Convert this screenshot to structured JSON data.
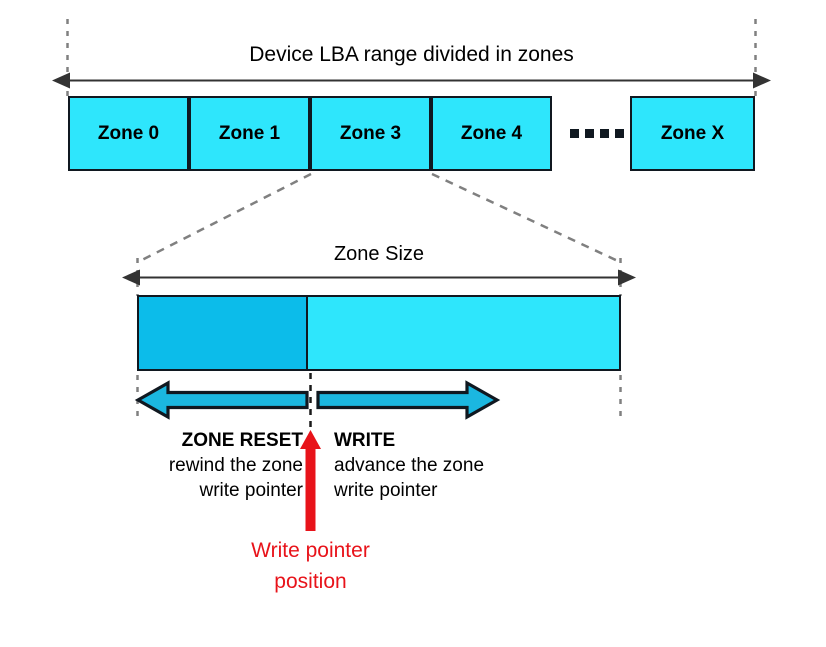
{
  "diagram": {
    "title": "Device LBA range divided in zones",
    "colors": {
      "zone_fill": "#2EE6FC",
      "written_fill": "#0CBCEA",
      "outline": "#101820",
      "arrow_blue": "#1BB7E0",
      "pointer_red": "#E8131A",
      "guide_gray": "#808080",
      "background": "#FFFFFF"
    },
    "lba_row": {
      "zones": [
        {
          "label": "Zone 0"
        },
        {
          "label": "Zone 1"
        },
        {
          "label": "Zone 3"
        },
        {
          "label": "Zone 4"
        }
      ],
      "ellipsis_dots": 4,
      "last_zone": {
        "label": "Zone X"
      }
    },
    "detail": {
      "size_label": "Zone Size",
      "written_fraction": 0.353,
      "operations": [
        {
          "name": "zone-reset",
          "heading": "ZONE RESET",
          "line1": "rewind the zone",
          "line2": "write pointer",
          "direction": "left"
        },
        {
          "name": "write",
          "heading": "WRITE",
          "line1": "advance the zone",
          "line2": "write pointer",
          "direction": "right"
        }
      ],
      "pointer": {
        "line1": "Write pointer",
        "line2": "position"
      }
    }
  }
}
